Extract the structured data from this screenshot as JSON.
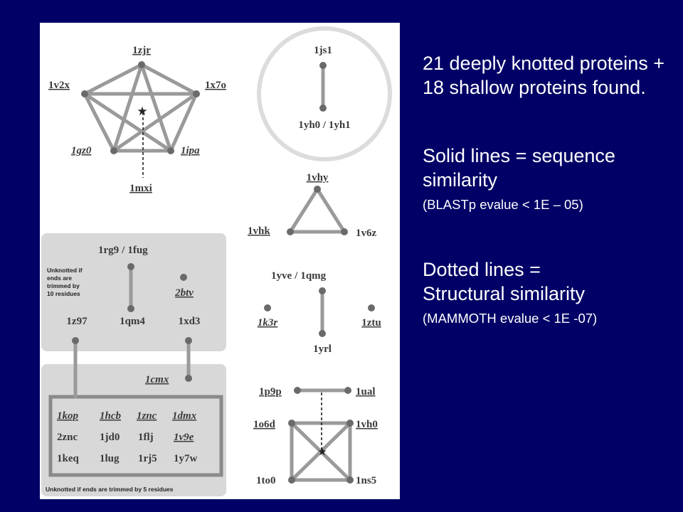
{
  "text": {
    "summary": "21 deeply knotted proteins + 18 shallow proteins found.",
    "solid_heading": "Solid lines = sequence similarity",
    "solid_detail": "(BLASTp evalue < 1E – 05)",
    "dotted_heading_1": "Dotted lines =",
    "dotted_heading_2": "Structural similarity",
    "dotted_detail": "(MAMMOTH evalue < 1E -07)"
  },
  "diagram": {
    "pentagon": {
      "top": "1zjr",
      "left": "1v2x",
      "right": "1x7o",
      "bottom_left": "1gz0",
      "bottom_right": "1ipa",
      "dotted": "1mxi"
    },
    "circle_pair": {
      "top": "1js1",
      "bottom": "1yh0 / 1yh1"
    },
    "triangle": {
      "top": "1vhy",
      "left": "1vhk",
      "right": "1v6z"
    },
    "trimmed10": {
      "note_1": "Unknotted if",
      "note_2": "ends are",
      "note_3": "trimmed by",
      "note_4": "10 residues",
      "pair_top_a": "1rg9",
      "pair_slash": "/",
      "pair_top_b": "1fug",
      "pair_bottom": "1qm4",
      "single": "2btv",
      "left": "1z97",
      "right": "1xd3"
    },
    "trimmed5": {
      "connector": "1cmx",
      "row1": [
        "1kop",
        "1hcb",
        "1znc",
        "1dmx"
      ],
      "row2": [
        "2znc",
        "1jd0",
        "1flj",
        "1v9e"
      ],
      "row3": [
        "1keq",
        "1lug",
        "1rj5",
        "1y7w"
      ],
      "note": "Unknotted if ends are trimmed by 5 residues"
    },
    "yve_group": {
      "top_a": "1yve",
      "slash": "/",
      "top_b": "1qmg",
      "bottom": "1yrl",
      "left": "1k3r",
      "right": "1ztu"
    },
    "square": {
      "top_a": "1p9p",
      "top_b": "1ual",
      "tl": "1o6d",
      "tr": "1vh0",
      "bl": "1to0",
      "br": "1ns5"
    }
  }
}
